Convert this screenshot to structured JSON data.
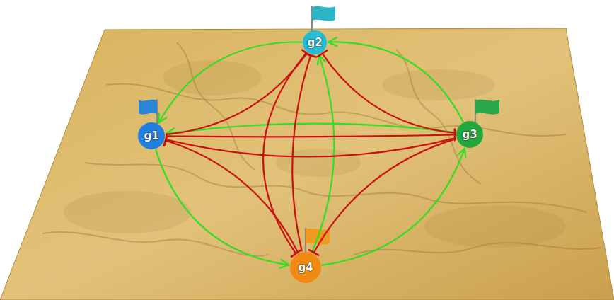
{
  "diagram": {
    "nodes": [
      {
        "text": [
          "g2"
        ]
      },
      {
        "text": [
          "g1"
        ]
      },
      {
        "text": [
          "g3"
        ]
      },
      {
        "text": [
          "g4"
        ]
      }
    ],
    "edges": [
      {
        "from": 1,
        "to": 3,
        "arrow": "to"
      },
      {
        "from": 3,
        "to": 2,
        "arrow": "to"
      },
      {
        "from": 2,
        "to": 0,
        "arrow": "to"
      },
      {
        "from": 0,
        "to": 1,
        "arrow": "to"
      },
      {
        "from": 2,
        "to": 1,
        "arrow": "to"
      },
      {
        "from": 3,
        "to": 0,
        "arrow": "to"
      },
      {
        "from": 1,
        "to": 0,
        "arrow": "to"
      },
      {
        "from": 2,
        "to": 0,
        "arrow": "to"
      },
      {
        "from": 3,
        "to": 0,
        "arrow": "to"
      },
      {
        "from": 0,
        "to": 3,
        "arrow": "to"
      },
      {
        "from": 2,
        "to": 1,
        "arrow": "to"
      },
      {
        "from": 1,
        "to": 2,
        "arrow": "to"
      },
      {
        "from": 3,
        "to": 1,
        "arrow": "to"
      },
      {
        "from": 2,
        "to": 3,
        "arrow": "to"
      }
    ]
  }
}
